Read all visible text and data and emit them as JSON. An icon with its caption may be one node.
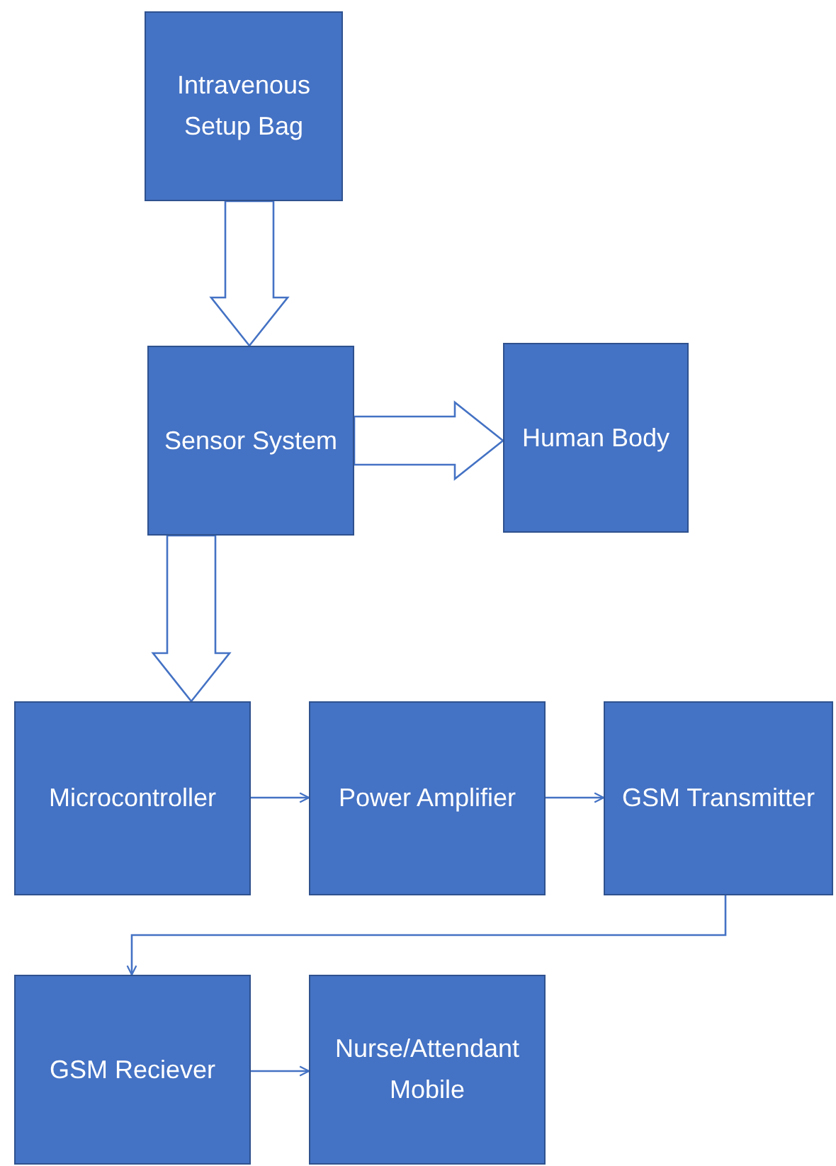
{
  "diagram": {
    "nodes": [
      {
        "text": [
          "Intravenous Setup Bag"
        ]
      },
      {
        "text": [
          "Sensor System"
        ]
      },
      {
        "text": [
          "Human Body"
        ]
      },
      {
        "text": [
          "Microcontroller"
        ]
      },
      {
        "text": [
          "Power Amplifier"
        ]
      },
      {
        "text": [
          "GSM Transmitter"
        ]
      },
      {
        "text": [
          "GSM Reciever"
        ]
      },
      {
        "text": [
          "Nurse/Attendant Mobile"
        ]
      }
    ],
    "edges": [
      {
        "from": 0,
        "to": 1,
        "arrow": "to",
        "style": "thick"
      },
      {
        "from": 1,
        "to": 2,
        "arrow": "to",
        "style": "thick"
      },
      {
        "from": 1,
        "to": 3,
        "arrow": "to",
        "style": "thick"
      },
      {
        "from": 3,
        "to": 4,
        "arrow": "to"
      },
      {
        "from": 4,
        "to": 5,
        "arrow": "to"
      },
      {
        "from": 5,
        "to": 6,
        "arrow": "to"
      },
      {
        "from": 6,
        "to": 7,
        "arrow": "to"
      }
    ]
  }
}
